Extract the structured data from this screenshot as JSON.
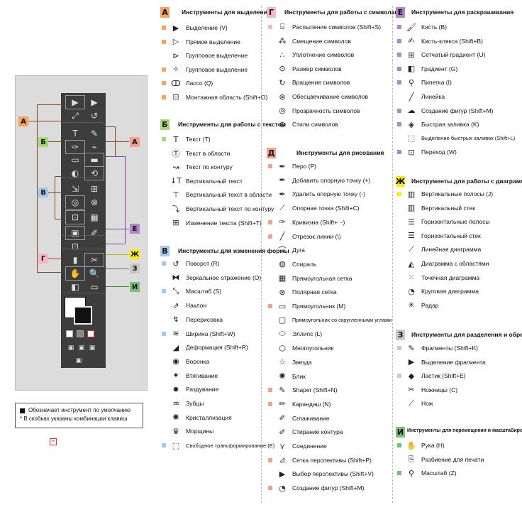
{
  "colors": {
    "A": "#f4a460",
    "B": "#a8d878",
    "V": "#a8c8e8",
    "G": "#f4b8c8",
    "D": "#f4a090",
    "E": "#b088c8",
    "Zh": "#f8f000",
    "Z": "#c8c8c8",
    "I": "#78c078"
  },
  "toolbar_glyphs": [
    "▶",
    "▶",
    "⤢",
    "↺",
    "T",
    "✎",
    "✑",
    "⌁",
    "▭",
    "▬",
    "◐",
    "⟲",
    "⇲",
    "⊞",
    "◎",
    "⊗",
    "⊡",
    "▦",
    "▣",
    "✐",
    "⊡",
    "▮",
    "✂",
    "✋",
    "🔍",
    "◧",
    "▭"
  ],
  "gutter_letters": [
    {
      "letter": "А",
      "colorKey": "A"
    },
    {
      "letter": "Б",
      "colorKey": "B"
    },
    {
      "letter": "В",
      "colorKey": "V"
    },
    {
      "letter": "Г",
      "colorKey": "G"
    },
    {
      "letter": "А",
      "colorKey": "D"
    },
    {
      "letter": "Е",
      "colorKey": "E"
    },
    {
      "letter": "Ж",
      "colorKey": "Zh"
    },
    {
      "letter": "З",
      "colorKey": "Z"
    },
    {
      "letter": "И",
      "colorKey": "I"
    }
  ],
  "legend": {
    "line1": "Обозначает инструмент по умолчанию",
    "line2": "* В скобках указаны комбинации клавиш"
  },
  "sections": [
    {
      "id": "A",
      "letter": "А",
      "colorKey": "A",
      "title": "Инструменты для выделения",
      "items": [
        {
          "icon": "select-icon",
          "glyph": "▶",
          "label": "Выделение (V)",
          "def": true
        },
        {
          "icon": "direct-select-icon",
          "glyph": "▷",
          "label": "Прямое выделение",
          "def": true
        },
        {
          "icon": "group-select-icon",
          "glyph": "⊳",
          "label": "Групповое выделение",
          "def": false
        },
        {
          "icon": "magic-wand-icon",
          "glyph": "✧",
          "label": "Групповое выделение",
          "def": true
        },
        {
          "icon": "lasso-icon",
          "glyph": "ↀ",
          "label": "Лассо (Q)",
          "def": true
        },
        {
          "icon": "artboard-icon",
          "glyph": "⊡",
          "label": "Монтажная область (Shift+O)",
          "def": true
        }
      ]
    },
    {
      "id": "B",
      "letter": "Б",
      "colorKey": "B",
      "title": "Инструменты для работы с текстом",
      "items": [
        {
          "icon": "type-icon",
          "glyph": "T",
          "label": "Текст (T)",
          "def": true
        },
        {
          "icon": "area-type-icon",
          "glyph": "Ⓣ",
          "label": "Текст в области",
          "def": false
        },
        {
          "icon": "path-type-icon",
          "glyph": "↝",
          "label": "Текст по контуру",
          "def": false
        },
        {
          "icon": "vertical-type-icon",
          "glyph": "↓T",
          "label": "Вертикальный текст",
          "def": false
        },
        {
          "icon": "vertical-area-type-icon",
          "glyph": "⊤",
          "label": "Вертикальный текст в области",
          "def": false
        },
        {
          "icon": "vertical-path-type-icon",
          "glyph": "⤵",
          "label": "Вертикальный текст по контуру",
          "def": false
        },
        {
          "icon": "touch-type-icon",
          "glyph": "⊞",
          "label": "Изменение текста (Shift+T)",
          "def": false
        }
      ]
    },
    {
      "id": "V",
      "letter": "В",
      "colorKey": "V",
      "title": "Инструменты для изменения формы",
      "items": [
        {
          "icon": "rotate-icon",
          "glyph": "↺",
          "label": "Поворот (R)",
          "def": true
        },
        {
          "icon": "reflect-icon",
          "glyph": "⧓",
          "label": "Зеркальное отражение (O)",
          "def": false
        },
        {
          "icon": "scale-icon",
          "glyph": "⤡",
          "label": "Масштаб (S)",
          "def": true
        },
        {
          "icon": "shear-icon",
          "glyph": "⇗",
          "label": "Наклон",
          "def": false
        },
        {
          "icon": "reshape-icon",
          "glyph": "↯",
          "label": "Перерисовка",
          "def": false
        },
        {
          "icon": "width-icon",
          "glyph": "≋",
          "label": "Ширина (Shift+W)",
          "def": true
        },
        {
          "icon": "warp-icon",
          "glyph": "◢",
          "label": "Деформация (Shift+R)",
          "def": false
        },
        {
          "icon": "twirl-icon",
          "glyph": "◉",
          "label": "Воронка",
          "def": false
        },
        {
          "icon": "pucker-icon",
          "glyph": "✦",
          "label": "Втягивание",
          "def": false
        },
        {
          "icon": "bloat-icon",
          "glyph": "✹",
          "label": "Раздувание",
          "def": false
        },
        {
          "icon": "scallop-icon",
          "glyph": "♒",
          "label": "Зубцы",
          "def": false
        },
        {
          "icon": "crystallize-icon",
          "glyph": "✺",
          "label": "Кристаллизация",
          "def": false
        },
        {
          "icon": "wrinkle-icon",
          "glyph": "♛",
          "label": "Морщины",
          "def": false
        },
        {
          "icon": "free-transform-icon",
          "glyph": "⬚",
          "label": "Свободное трансформирование (E)",
          "def": true
        }
      ]
    },
    {
      "id": "G",
      "letter": "Г",
      "colorKey": "G",
      "title": "Инструменты для работы с символами",
      "items": [
        {
          "icon": "symbol-sprayer-icon",
          "glyph": "⌺",
          "label": "Распыление символов (Shift+S)",
          "def": true
        },
        {
          "icon": "symbol-shifter-icon",
          "glyph": "⁂",
          "label": "Смещение символов",
          "def": false
        },
        {
          "icon": "symbol-scruncher-icon",
          "glyph": "∴",
          "label": "Уплотнение символов",
          "def": false
        },
        {
          "icon": "symbol-sizer-icon",
          "glyph": "⊙",
          "label": "Размер символов",
          "def": false
        },
        {
          "icon": "symbol-spinner-icon",
          "glyph": "↻",
          "label": "Вращение символов",
          "def": false
        },
        {
          "icon": "symbol-stainer-icon",
          "glyph": "⊛",
          "label": "Обесцвечивание символов",
          "def": false
        },
        {
          "icon": "symbol-screener-icon",
          "glyph": "◎",
          "label": "Прозрачность символов",
          "def": false
        },
        {
          "icon": "symbol-styler-icon",
          "glyph": "⊚",
          "label": "Стили символов",
          "def": false
        }
      ]
    },
    {
      "id": "D",
      "letter": "Д",
      "colorKey": "D",
      "title": "Инструменты для рисования",
      "items": [
        {
          "icon": "pen-icon",
          "glyph": "✒",
          "label": "Перо (P)",
          "def": true
        },
        {
          "icon": "add-anchor-icon",
          "glyph": "✒",
          "label": "Добавить опорную точку (+)",
          "def": false
        },
        {
          "icon": "delete-anchor-icon",
          "glyph": "✒",
          "label": "Удалить опорную точку (-)",
          "def": false
        },
        {
          "icon": "anchor-point-icon",
          "glyph": "⟋",
          "label": "Опорная точка (Shift+C)",
          "def": false
        },
        {
          "icon": "curvature-icon",
          "glyph": "✑",
          "label": "Кривизна (Shift+ ~)",
          "def": true
        },
        {
          "icon": "line-segment-icon",
          "glyph": "╱",
          "label": "Отрезок линии (\\)",
          "def": true
        },
        {
          "icon": "arc-icon",
          "glyph": "⌒",
          "label": "Дуга",
          "def": false
        },
        {
          "icon": "spiral-icon",
          "glyph": "◍",
          "label": "Спираль",
          "def": false
        },
        {
          "icon": "rect-grid-icon",
          "glyph": "▦",
          "label": "Прямоугольная сетка",
          "def": false
        },
        {
          "icon": "polar-grid-icon",
          "glyph": "⊛",
          "label": "Полярная сетка",
          "def": false
        },
        {
          "icon": "rectangle-icon",
          "glyph": "▭",
          "label": "Прямоугольник (M)",
          "def": true
        },
        {
          "icon": "rounded-rect-icon",
          "glyph": "▢",
          "label": "Прямоугольник со скругленными углами",
          "def": false
        },
        {
          "icon": "ellipse-icon",
          "glyph": "⬭",
          "label": "Эллипс (L)",
          "def": false
        },
        {
          "icon": "polygon-icon",
          "glyph": "⬡",
          "label": "Многоугольник",
          "def": false
        },
        {
          "icon": "star-icon",
          "glyph": "☆",
          "label": "Звезда",
          "def": false
        },
        {
          "icon": "flare-icon",
          "glyph": "✺",
          "label": "Блик",
          "def": false
        },
        {
          "icon": "shaper-icon",
          "glyph": "✎",
          "label": "Shaper (Shift+N)",
          "def": true
        },
        {
          "icon": "pencil-icon",
          "glyph": "✏",
          "label": "Карандаш (N)",
          "def": true
        },
        {
          "icon": "smooth-icon",
          "glyph": "✐",
          "label": "Сглаживание",
          "def": false
        },
        {
          "icon": "path-eraser-icon",
          "glyph": "✐",
          "label": "Стирание контура",
          "def": false
        },
        {
          "icon": "join-icon",
          "glyph": "⋎",
          "label": "Соединение",
          "def": false
        },
        {
          "icon": "perspective-grid-icon",
          "glyph": "⊿",
          "label": "Сетка перспективы (Shift+P)",
          "def": true
        },
        {
          "icon": "perspective-select-icon",
          "glyph": "▶",
          "label": "Выбор перспективы (Shift+V)",
          "def": false
        },
        {
          "icon": "shape-builder-icon",
          "glyph": "◔",
          "label": "Создание фигур (Shift+M)",
          "def": true
        }
      ]
    },
    {
      "id": "E",
      "letter": "Е",
      "colorKey": "E",
      "title": "Инструменты для раскрашивания",
      "items": [
        {
          "icon": "paintbrush-icon",
          "glyph": "🖌",
          "label": "Кисть (B)",
          "def": true
        },
        {
          "icon": "blob-brush-icon",
          "glyph": "✍",
          "label": "Кисть-клякса (Shift+B)",
          "def": true
        },
        {
          "icon": "mesh-icon",
          "glyph": "⊞",
          "label": "Сетчатый градиент (U)",
          "def": true
        },
        {
          "icon": "gradient-icon",
          "glyph": "◧",
          "label": "Градиент (G)",
          "def": true
        },
        {
          "icon": "eyedropper-icon",
          "glyph": "⚲",
          "label": "Пипетка (I)",
          "def": true
        },
        {
          "icon": "measure-icon",
          "glyph": "╱",
          "label": "Линейка",
          "def": false
        },
        {
          "icon": "shape-create-icon",
          "glyph": "☁",
          "label": "Создание фигур (Shift+M)",
          "def": true
        },
        {
          "icon": "live-paint-icon",
          "glyph": "◈",
          "label": "Быстрая заливка (K)",
          "def": true
        },
        {
          "icon": "live-paint-select-icon",
          "glyph": "⬚",
          "label": "Выделение быстрых заливок (Shift+L)",
          "def": false
        },
        {
          "icon": "blend-icon",
          "glyph": "⊡",
          "label": "Переход (W)",
          "def": true
        }
      ]
    },
    {
      "id": "Zh",
      "letter": "Ж",
      "colorKey": "Zh",
      "title": "Инструменты для работы с диаграммами",
      "items": [
        {
          "icon": "column-graph-icon",
          "glyph": "▥",
          "label": "Вертикальные полосы (J)",
          "def": true
        },
        {
          "icon": "stacked-column-icon",
          "glyph": "▥",
          "label": "Вертикальный стек",
          "def": false
        },
        {
          "icon": "bar-graph-icon",
          "glyph": "☰",
          "label": "Горизонтальные полосы",
          "def": false
        },
        {
          "icon": "stacked-bar-icon",
          "glyph": "☰",
          "label": "Горизонтальный стек",
          "def": false
        },
        {
          "icon": "line-graph-icon",
          "glyph": "⟋",
          "label": "Линейная диаграмма",
          "def": false
        },
        {
          "icon": "area-graph-icon",
          "glyph": "◭",
          "label": "Диаграмма с областями",
          "def": false
        },
        {
          "icon": "scatter-graph-icon",
          "glyph": "⁙",
          "label": "Точечная диаграмма",
          "def": false
        },
        {
          "icon": "pie-graph-icon",
          "glyph": "◔",
          "label": "Круговая диаграмма",
          "def": false
        },
        {
          "icon": "radar-graph-icon",
          "glyph": "✳",
          "label": "Радар",
          "def": false
        }
      ]
    },
    {
      "id": "Z",
      "letter": "З",
      "colorKey": "Z",
      "title": "Инструменты для разделения и обрезки",
      "items": [
        {
          "icon": "slice-icon",
          "glyph": "✎",
          "label": "Фрагменты (Shift+K)",
          "def": true
        },
        {
          "icon": "slice-select-icon",
          "glyph": "▶",
          "label": "Выделение фрагмента",
          "def": false
        },
        {
          "icon": "eraser-icon",
          "glyph": "◆",
          "label": "Ластик (Shift+E)",
          "def": true
        },
        {
          "icon": "scissors-icon",
          "glyph": "✂",
          "label": "Ножницы (C)",
          "def": false
        },
        {
          "icon": "knife-icon",
          "glyph": "⟋",
          "label": "Нож",
          "def": false
        }
      ]
    },
    {
      "id": "I",
      "letter": "И",
      "colorKey": "I",
      "title": "Инструменты для перемещения и масштабирования",
      "items": [
        {
          "icon": "hand-icon",
          "glyph": "✋",
          "label": "Рука (H)",
          "def": true
        },
        {
          "icon": "print-tiling-icon",
          "glyph": "⎘",
          "label": "Разбиение для печати",
          "def": false
        },
        {
          "icon": "zoom-icon",
          "glyph": "⚲",
          "label": "Масштаб (Z)",
          "def": true
        }
      ]
    }
  ]
}
